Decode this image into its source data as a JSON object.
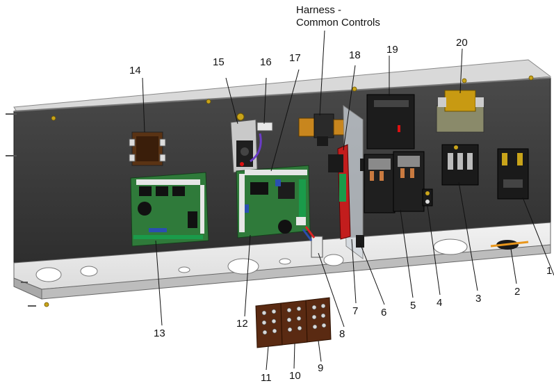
{
  "callouts": {
    "c1": "1",
    "c2": "2",
    "c3": "3",
    "c4": "4",
    "c5": "5",
    "c6": "6",
    "c7": "7",
    "c8": "8",
    "c9": "9",
    "c10": "10",
    "c11": "11",
    "c12": "12",
    "c13": "13",
    "c14": "14",
    "c15": "15",
    "c16": "16",
    "c17": "17",
    "c18": "18",
    "c19": "19",
    "c20": "20"
  },
  "harness_label": {
    "line1": "Harness -",
    "line2": "Common Controls"
  },
  "colors": {
    "panel_dark": "#3a3a3a",
    "panel_light": "#e6e6e6",
    "pcb_green": "#2f7a3a",
    "relay_black": "#1c1c1c",
    "terminal_brown": "#5a2a12",
    "transformer_yellow": "#c89a12"
  }
}
